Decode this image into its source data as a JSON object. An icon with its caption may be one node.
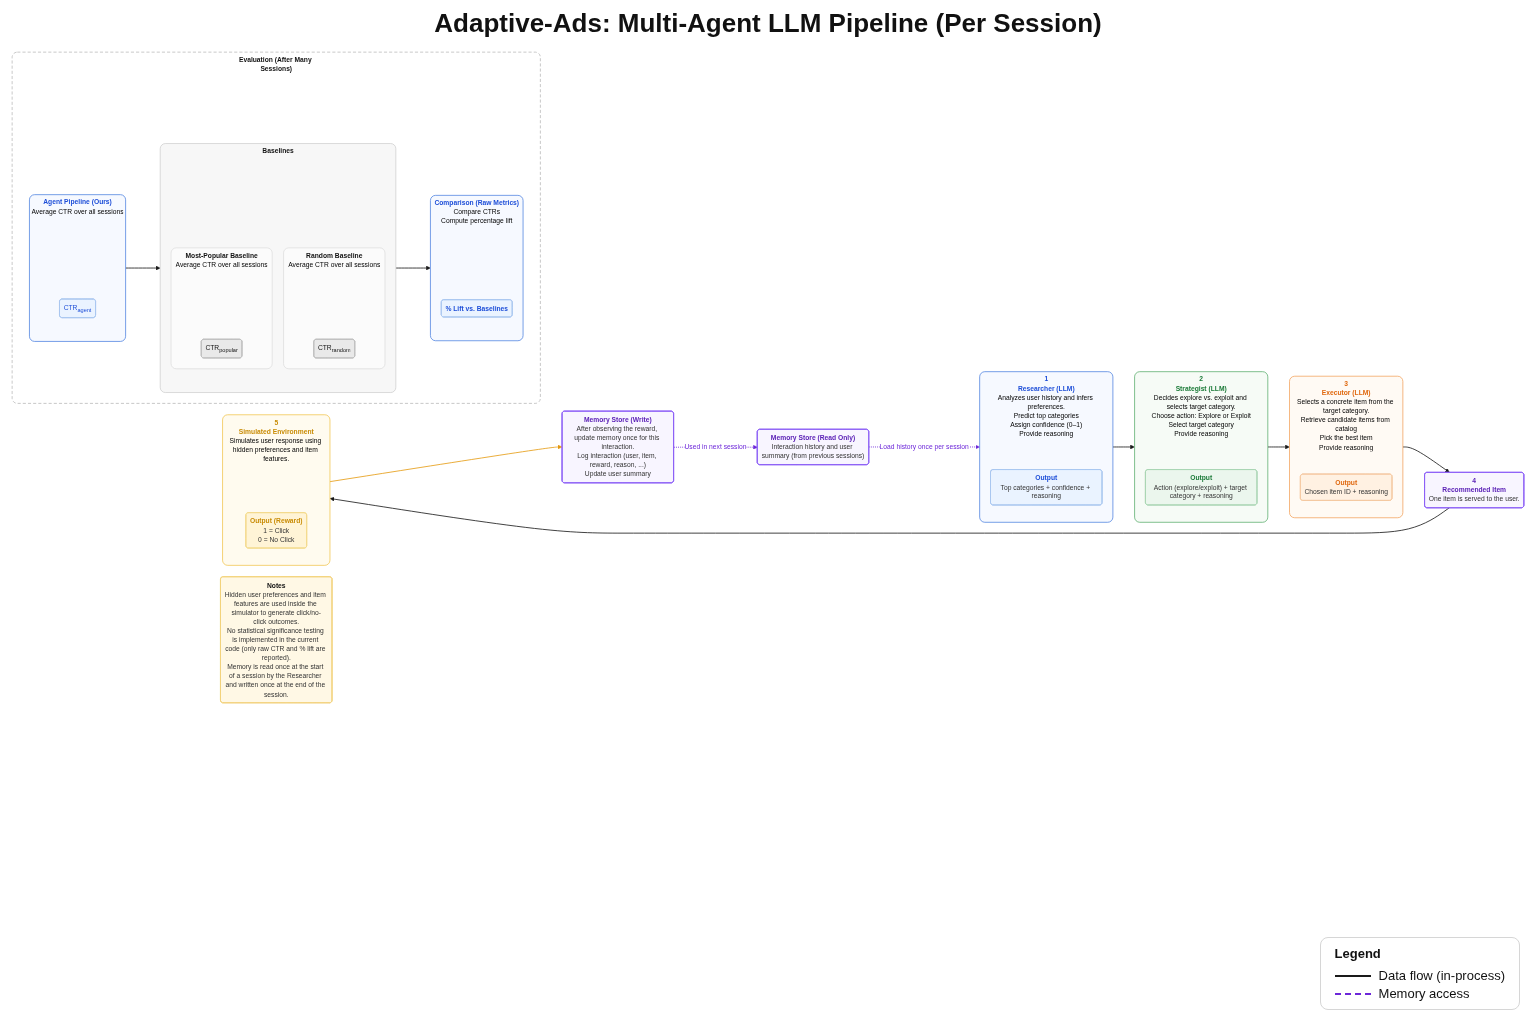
{
  "diagram": {
    "title": "Adaptive-Ads: Multi-Agent LLM Pipeline (Per Session)",
    "nodes": [
      {
        "text": [
          "Memory Store (Read Only)",
          "Interaction history and user summary (from previous sessions)"
        ]
      },
      {
        "text": [
          "1",
          "Researcher (LLM)",
          "Analyzes user history and infers preferences.",
          "Predict top categories",
          "Assign confidence (0–1)",
          "Provide reasoning"
        ]
      },
      {
        "text": [
          "Output",
          "Top categories + confidence + reasoning"
        ],
        "in": 1
      },
      {
        "text": [
          "2",
          "Strategist (LLM)",
          "Decides explore vs. exploit and selects target category.",
          "Choose action: Explore or Exploit",
          "Select target category",
          "Provide reasoning"
        ]
      },
      {
        "text": [
          "Output",
          "Action (explore/exploit) + target category + reasoning"
        ],
        "in": 3
      },
      {
        "text": [
          "3",
          "Executor (LLM)",
          "Selects a concrete item from the target category.",
          "Retrieve candidate items from catalog",
          "Pick the best item",
          "Provide reasoning"
        ]
      },
      {
        "text": [
          "Output",
          "Chosen item ID + reasoning"
        ],
        "in": 5
      },
      {
        "text": [
          "4",
          "Recommended Item",
          "One item is served to the user."
        ]
      },
      {
        "text": [
          "5",
          "Simulated Environment",
          "Simulates user response using hidden preferences and item features."
        ]
      },
      {
        "text": [
          "Output (Reward)",
          "1 = Click",
          "0 = No Click"
        ],
        "in": 8
      },
      {
        "text": [
          "Memory Store (Write)",
          "After observing the reward, update memory once for this interaction.",
          "Log interaction (user, item, reward, reason, ...)",
          "Update user summary"
        ]
      },
      {
        "text": [
          "Evaluation (After Many Sessions)"
        ]
      },
      {
        "text": [
          "Agent Pipeline (Ours)",
          "Average CTR over all sessions"
        ],
        "in": 11
      },
      {
        "text": [
          "CTR$_{agent}$"
        ],
        "in": 12
      },
      {
        "text": [
          "Baselines"
        ],
        "in": 11
      },
      {
        "text": [
          "Random Baseline",
          "Average CTR over all sessions"
        ],
        "in": 14
      },
      {
        "text": [
          "CTR$_{random}$"
        ],
        "in": 15
      },
      {
        "text": [
          "Most-Popular Baseline",
          "Average CTR over all sessions"
        ],
        "in": 14
      },
      {
        "text": [
          "CTR$_{popular}$"
        ],
        "in": 17
      },
      {
        "text": [
          "Comparison (Raw Metrics)",
          "Compare CTRs",
          "Compute percentage lift"
        ],
        "in": 11
      },
      {
        "text": [
          "% Lift vs. Baselines"
        ],
        "in": 19
      },
      {
        "text": [
          "Notes",
          "Hidden user preferences and item features are used inside the simulator to generate click/no-click outcomes.",
          "No statistical significance testing is implemented in the current code (only raw CTR and % lift are reported).",
          "Memory is read once at the start of a session by the Researcher and written once at the end of the session."
        ]
      }
    ],
    "edges": [
      {
        "from": 0,
        "to": 1,
        "arrow": "to",
        "label": "Load history once per session",
        "style": "dashed",
        "color": "#6d28d9"
      },
      {
        "from": 1,
        "to": 3,
        "arrow": "to"
      },
      {
        "from": 3,
        "to": 5,
        "arrow": "to"
      },
      {
        "from": 5,
        "to": 7,
        "arrow": "to"
      },
      {
        "from": 7,
        "to": 8,
        "arrow": "to"
      },
      {
        "from": 8,
        "to": 10,
        "arrow": "to",
        "color": "#e69b12"
      },
      {
        "from": 10,
        "to": 0,
        "arrow": "to",
        "label": "Used in next session",
        "style": "dashed",
        "color": "#6d28d9"
      },
      {
        "from": 12,
        "to": 14,
        "arrow": "to"
      },
      {
        "from": 14,
        "to": 19,
        "arrow": "to"
      }
    ],
    "labels": [
      "Legend"
    ],
    "legend": [
      {
        "text": "Data flow (in-process)"
      },
      {
        "text": "Memory access"
      }
    ]
  }
}
